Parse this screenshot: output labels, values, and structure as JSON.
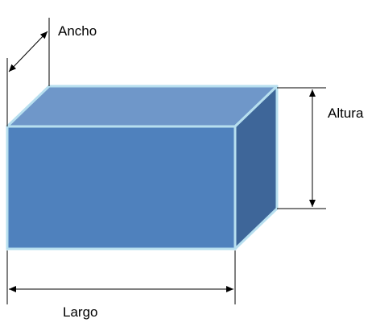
{
  "labels": {
    "width": "Ancho",
    "height": "Altura",
    "length": "Largo"
  },
  "colors": {
    "front_face": "#4f81bd",
    "top_face": "#6f97c9",
    "side_face": "#3e6699",
    "edge": "#b7dfef",
    "dimension_line": "#000000"
  }
}
